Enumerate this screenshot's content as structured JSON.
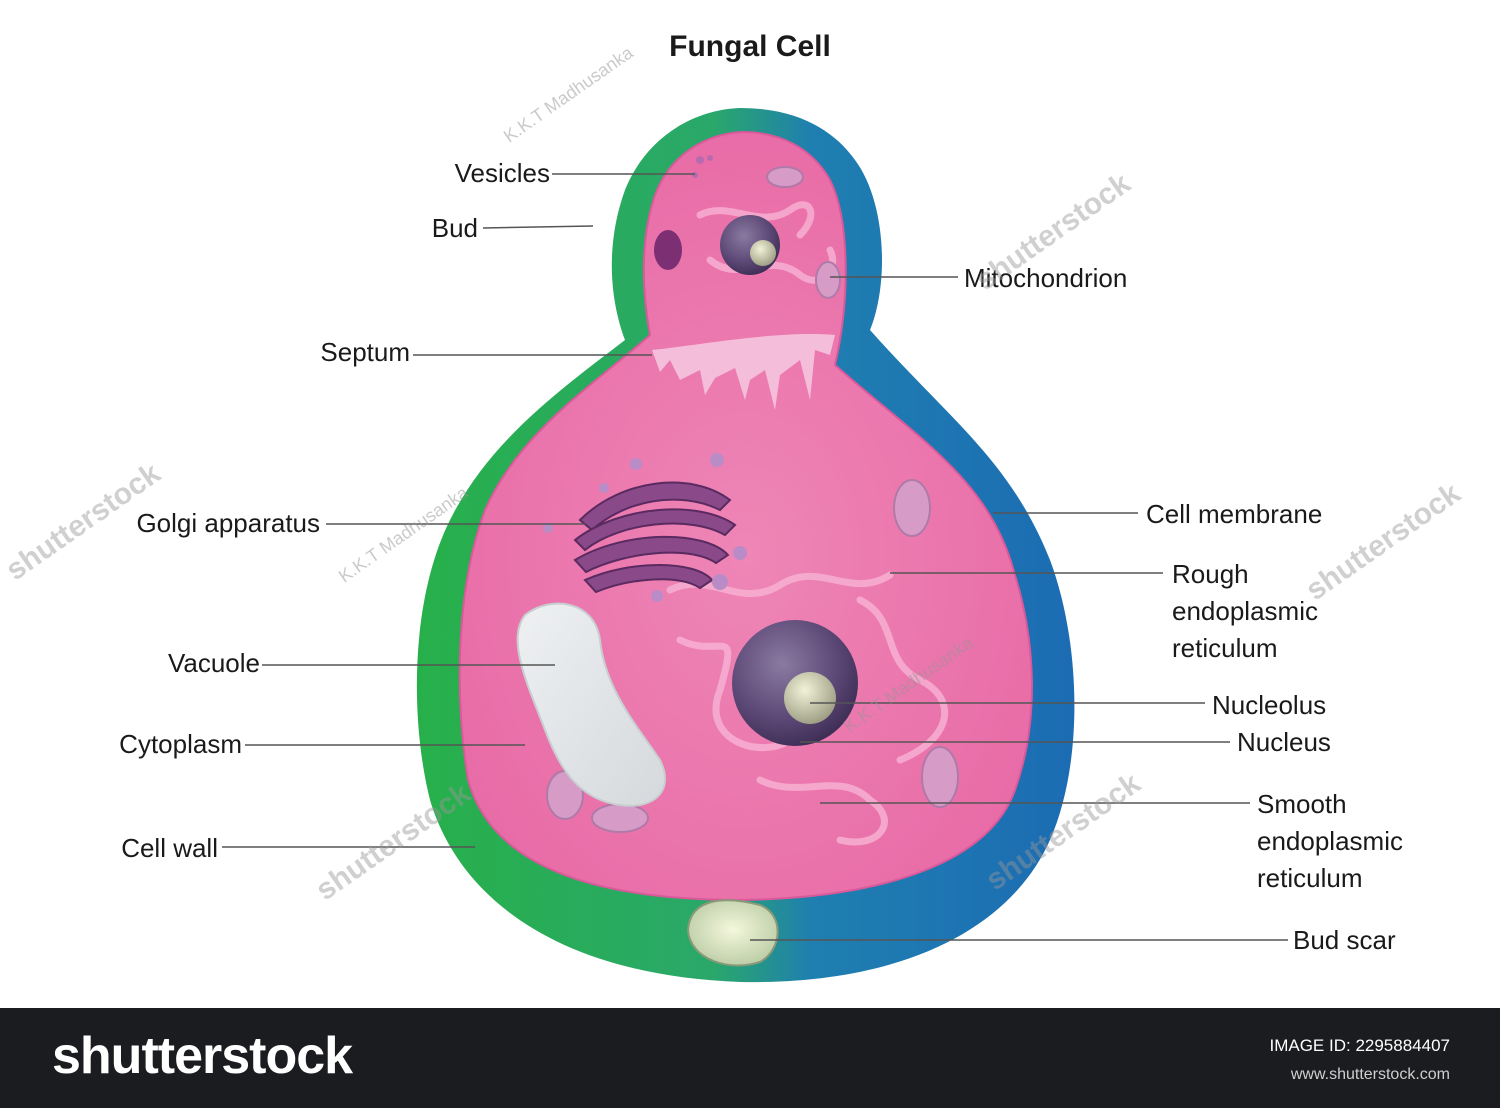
{
  "title": "Fungal Cell",
  "labels": {
    "vesicles": "Vesicles",
    "bud": "Bud",
    "septum": "Septum",
    "golgi": "Golgi apparatus",
    "vacuole": "Vacuole",
    "cytoplasm": "Cytoplasm",
    "cell_wall": "Cell wall",
    "mitochondrion": "Mitochondrion",
    "cell_membrane": "Cell membrane",
    "rough_er": [
      "Rough",
      "endoplasmic",
      "reticulum"
    ],
    "nucleolus": "Nucleolus",
    "nucleus": "Nucleus",
    "smooth_er": [
      "Smooth",
      "endoplasmic",
      "reticulum"
    ],
    "bud_scar": "Bud scar"
  },
  "watermarks": {
    "author": "K.K.T Madhusanka",
    "stock": "shutterstock"
  },
  "footer": {
    "logo": "shutterstock",
    "image_id": "IMAGE ID: 2295884407",
    "site": "www.shutterstock.com"
  },
  "colors": {
    "cytoplasm": "#ec7fb0",
    "wall_green": "#2bb24c",
    "wall_blue": "#1f6fb5",
    "footer_bg": "#1b1c1f"
  }
}
